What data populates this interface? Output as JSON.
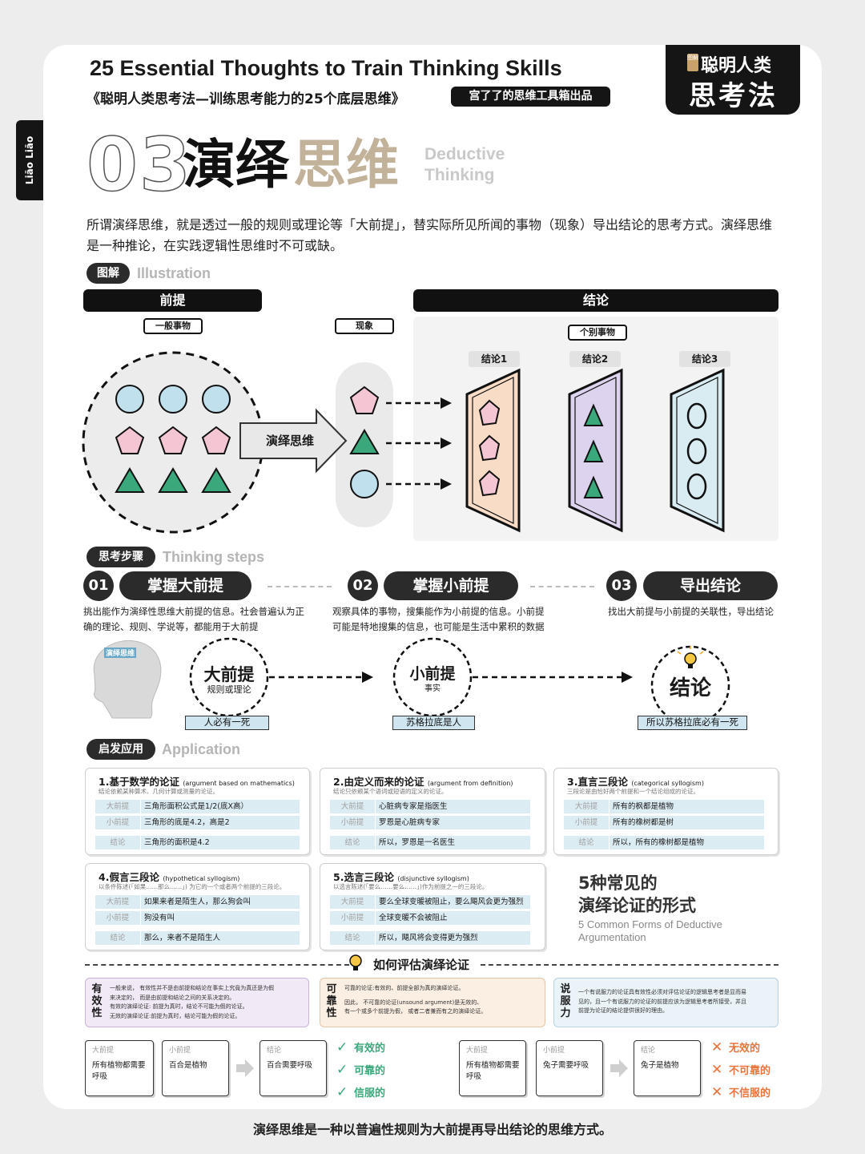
{
  "side_tab": "Liāo Liāo",
  "header": {
    "title_en": "25 Essential Thoughts to Train Thinking Skills",
    "title_cn": "《聪明人类思考法—训练思考能力的25个底层思维》",
    "publisher": "宫了了的思维工具箱出品"
  },
  "logo": {
    "tag": "图解",
    "line1": "聪明人类",
    "line2": "思考法"
  },
  "chapter": {
    "number": "03",
    "title_a": "演绎",
    "title_b": "思维",
    "title_en_1": "Deductive",
    "title_en_2": "Thinking"
  },
  "intro": "所谓演绎思维，就是透过一般的规则或理论等「大前提」，替实际所见所闻的事物（现象）导出结论的思考方式。演绎思维是一种推论，在实践逻辑性思维时不可或缺。",
  "illustration": {
    "label": "图解",
    "label_en": "Illustration",
    "premise_bar": "前提",
    "conclusion_bar": "结论",
    "general_tag": "一般事物",
    "phenomenon_tag": "现象",
    "individual_tag": "个别事物",
    "conclusions": [
      "结论1",
      "结论2",
      "结论3"
    ],
    "arrow_label": "演绎思维"
  },
  "steps": {
    "label": "思考步骤",
    "label_en": "Thinking steps",
    "items": [
      {
        "num": "01",
        "title": "掌握大前提",
        "desc_1": "挑出能作为演绎性思维大前提的信息。社会普遍认为正",
        "desc_2": "确的理论、规则、学说等，都能用于大前提"
      },
      {
        "num": "02",
        "title": "掌握小前提",
        "desc_1": "观察具体的事物，搜集能作为小前提的信息。小前提",
        "desc_2": "可能是特地搜集的信息，也可能是生活中累积的数据"
      },
      {
        "num": "03",
        "title": "导出结论",
        "desc_1": "找出大前提与小前提的关联性，导出结论",
        "desc_2": ""
      }
    ],
    "head_label": "演绎思维",
    "nodes": [
      {
        "main": "大前提",
        "sub": "规则或理论",
        "example": "人必有一死"
      },
      {
        "main": "小前提",
        "sub": "事实",
        "example": "苏格拉底是人"
      },
      {
        "main": "结论",
        "sub": "",
        "example": "所以苏格拉底必有一死"
      }
    ]
  },
  "application": {
    "label": "启发应用",
    "label_en": "Application",
    "row_labels": {
      "major": "大前提",
      "minor": "小前提",
      "conclusion": "结论"
    },
    "cards": [
      {
        "title": "1.基于数学的论证",
        "title_en": "(argument based on mathematics)",
        "sub": "结论依赖某种算术、几何计算或测量的论证。",
        "major": "三角形面积公式是1/2(底X高）",
        "minor": "三角形的底是4.2，高是2",
        "conclusion": "三角形的面积是4.2"
      },
      {
        "title": "2.由定义而来的论证",
        "title_en": "(argument from definition)",
        "sub": "结论只依赖某个语词或短语的定义的论证。",
        "major": "心脏病专家是指医生",
        "minor": "罗恩是心脏病专家",
        "conclusion": "所以，罗恩是一名医生"
      },
      {
        "title": "3.直言三段论",
        "title_en": "(categorical syllogism)",
        "sub": "三段论是由恰好两个前提和一个结论组成的论证。",
        "major": "所有的枫都是植物",
        "minor": "所有的橡树都是树",
        "conclusion": "所以，所有的橡树都是植物"
      },
      {
        "title": "4.假言三段论",
        "title_en": "(hypothetical syllogism)",
        "sub": "以条件陈述(「如果……那么……」) 为它的一个或者两个前提的三段论。",
        "major": "如果来者是陌生人，那么狗会叫",
        "minor": "狗没有叫",
        "conclusion": "那么，来者不是陌生人"
      },
      {
        "title": "5.选言三段论",
        "title_en": "(disjunctive syllogism)",
        "sub": "以选言陈述(「要么……要么……」)作为前提之一的三段论。",
        "major": "要么全球变暖被阻止，要么飓风会更为强烈",
        "minor": "全球变暖不会被阻止",
        "conclusion": "所以，飓风将会变得更为强烈"
      }
    ],
    "five_title_1": "5种常见的",
    "five_title_2": "演绎论证的形式",
    "five_en_1": "5 Common Forms of Deductive",
    "five_en_2": "Argumentation"
  },
  "evaluation": {
    "title": "如何评估演绎论证",
    "criteria": [
      {
        "head": "有效性",
        "l1": "一般来说，  有效性并不是由前提和结论在事实上究竟为真还是为假",
        "l2": "来决定的，  而是由前提和结论之间的关系决定的。",
        "l3": "有效的演绎论证: 前提为真时，结论不可能为假的论证。",
        "l4": "无效的演绎论证:前提为真时，结论可能为假的论证。",
        "bg": "#f1e9f6",
        "border": "#c9b3d8"
      },
      {
        "head": "可靠性",
        "l1": "可靠的论证:有效的、前提全部为真的演绎论证。",
        "l2": "",
        "l3": "因此，  不可靠的论证(unsound argument)是无效的、",
        "l4": "有一个或多个前提为假，  或者二者兼而有之的演绎论证。",
        "bg": "#fbeee2",
        "border": "#e6c6a6"
      },
      {
        "head": "说服力",
        "l1": "一个有说服力的论证具有效性必须对评估论证的逻辑思考者是显而易",
        "l2": "见的，且一个有说服力的论证的前提应该为逻辑思考者所接受，并且",
        "l3": "前提为论证的结论提供很好的理由。",
        "l4": "",
        "bg": "#eaf3f8",
        "border": "#b7d2e2"
      }
    ],
    "good_example": {
      "major": "所有植物都需要呼吸",
      "minor": "百合是植物",
      "conclusion": "百合需要呼吸"
    },
    "bad_example": {
      "major": "所有植物都需要呼吸",
      "minor": "兔子需要呼吸",
      "conclusion": "兔子是植物"
    },
    "good_verdicts": [
      "有效的",
      "可靠的",
      "信服的"
    ],
    "bad_verdicts": [
      "无效的",
      "不可靠的",
      "不信服的"
    ],
    "good_color": "#3aa87a",
    "bad_color": "#e8743b"
  },
  "footer": "演绎思维是一种以普遍性规则为大前提再导出结论的思维方式。",
  "colors": {
    "circle": "#bfe0ec",
    "pentagon": "#f4c6d3",
    "triangle": "#3aa87a",
    "c1_fill": "#f8dcc6",
    "c2_fill": "#ddd3ee",
    "c3_fill": "#d8ecf2",
    "accent_gold": "#c2b29a"
  }
}
